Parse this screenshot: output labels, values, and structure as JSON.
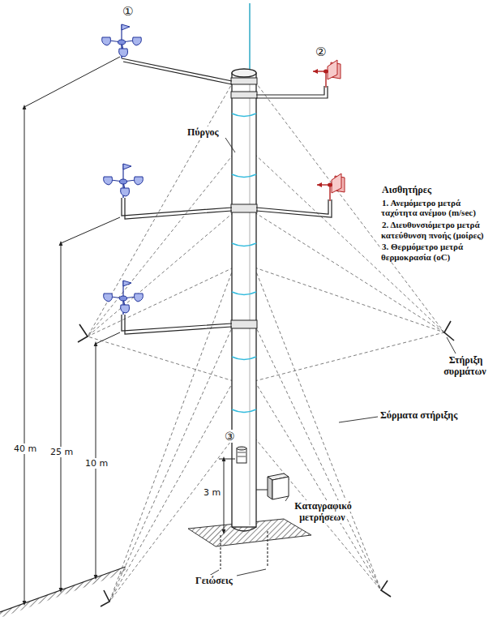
{
  "diagram": {
    "labels": [
      "①",
      "②",
      "Αισθητήρες",
      "1. Ανεμόμετρο μετρά ταχύτητα ανέμου (m/sec)",
      "2. Διευθυνσιόμετρο μετρά κατεύθυνση πνοής (μοίρες)",
      "3. Θερμόμετρο μετρά θερμοκρασία (oC)",
      "Πύργος",
      "Στήριξη συρμάτων",
      "Σύρματα στήριξης",
      "40 m",
      "25 m",
      "10 m",
      "③",
      "3 m",
      "Καταγραφικό μετρήσεων",
      "Γειώσεις"
    ]
  }
}
